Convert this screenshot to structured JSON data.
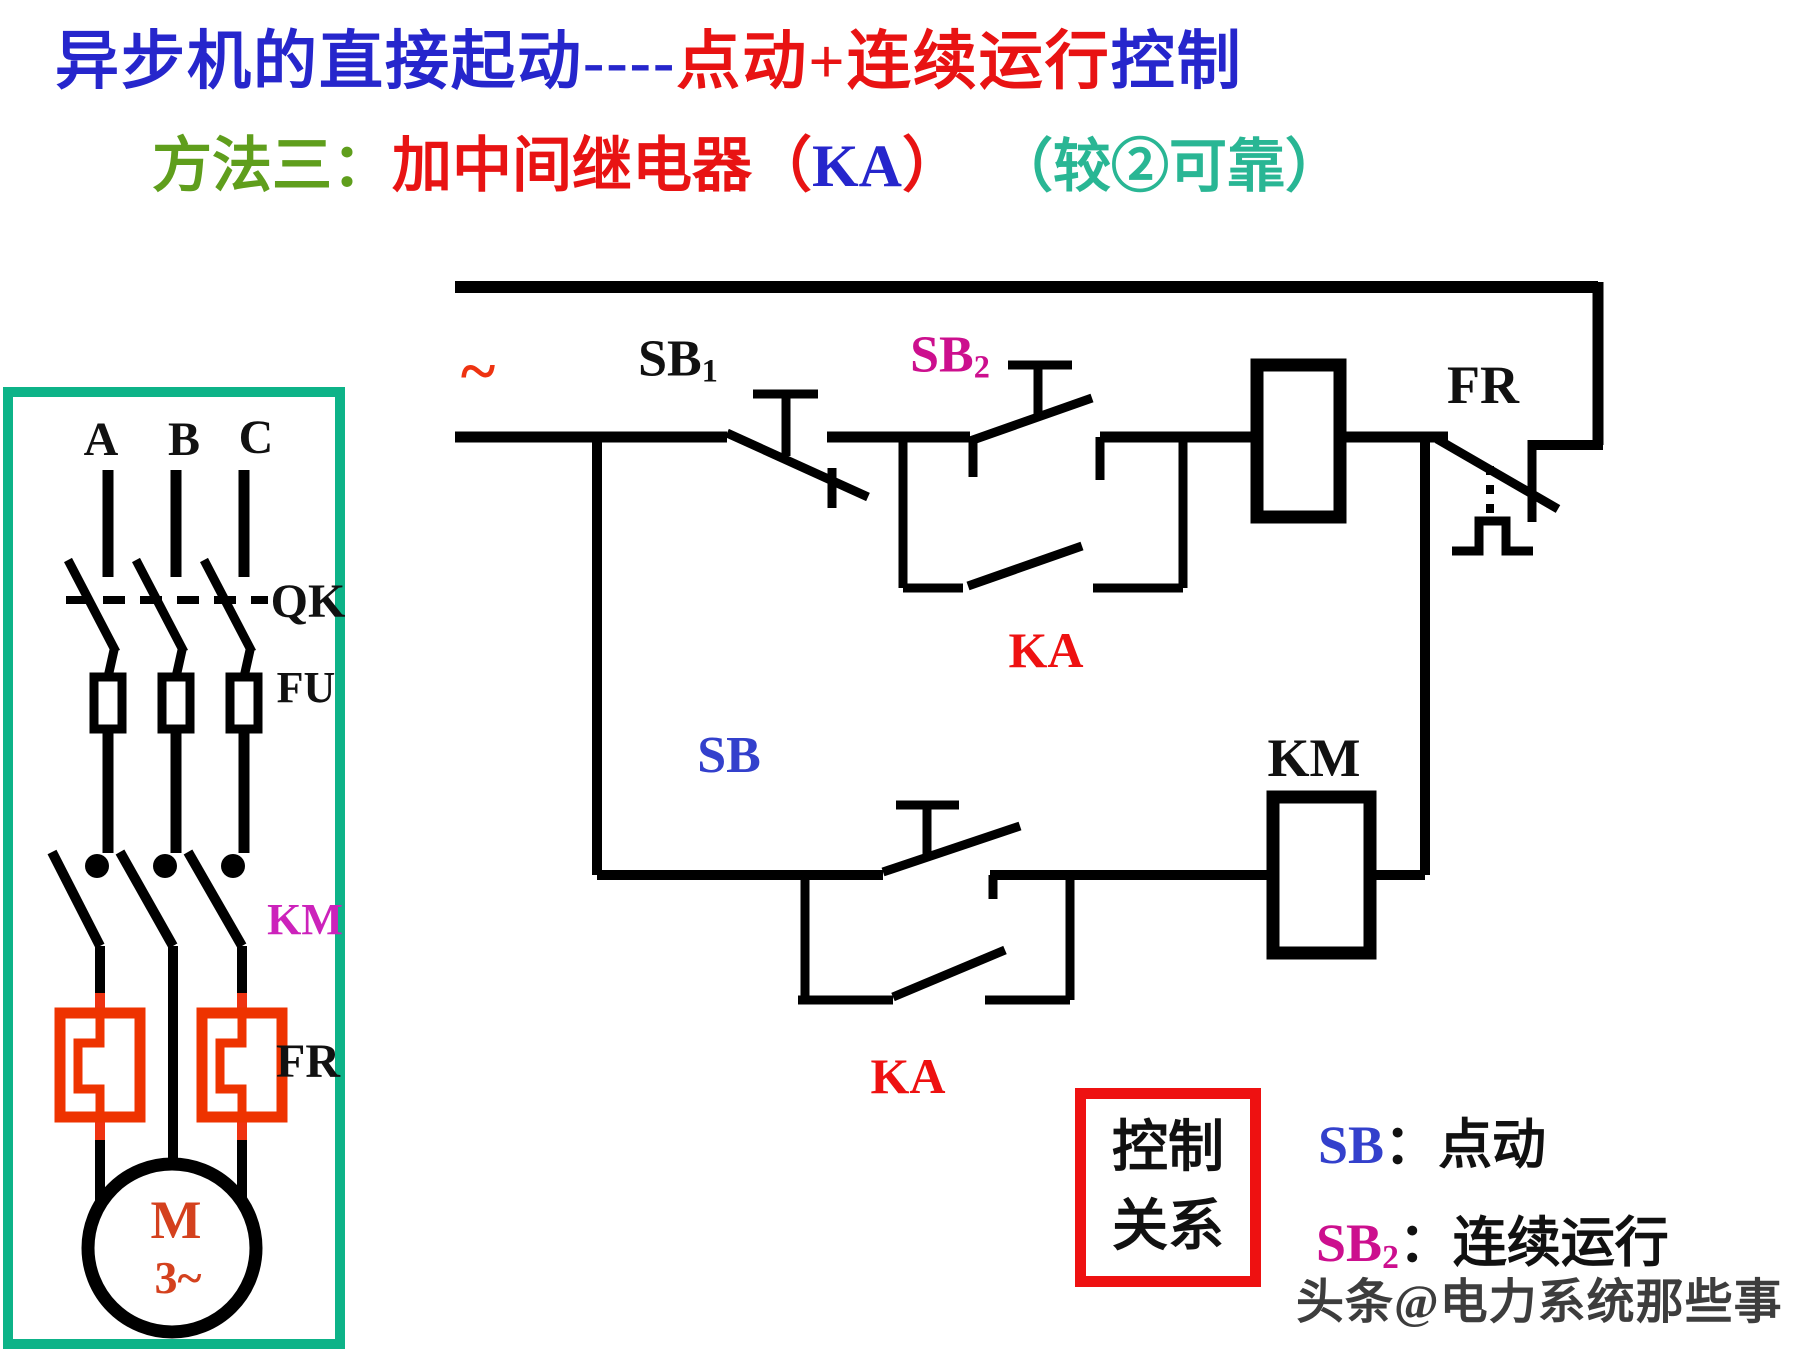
{
  "title": {
    "part1_blue": "异步机的直接起动",
    "dashes": "----",
    "part2_red": "点动+连续运行",
    "part3_blue": "控制"
  },
  "subtitle": {
    "method": "方法三：",
    "main_prefix": "加中间继电器（",
    "ka": "KA",
    "main_suffix": "）",
    "note": "（较②可靠）"
  },
  "power_panel": {
    "phase_a": "A",
    "phase_b": "B",
    "phase_c": "C",
    "qk": "QK",
    "fu": "FU",
    "km": "KM",
    "fr": "FR",
    "motor_line1": "M",
    "motor_line2": "3~"
  },
  "control": {
    "ac": "~",
    "sb1_base": "SB",
    "sb1_sub": "1",
    "sb2_base": "SB",
    "sb2_sub": "2",
    "ka_coil": "KA",
    "fr": "FR",
    "ka_aux1": "KA",
    "sb": "SB",
    "km": "KM",
    "ka_aux2": "KA"
  },
  "legend": {
    "box_line1": "控制",
    "box_line2": "关系",
    "row1_term": "SB",
    "row1_colon": "：",
    "row1_desc": "点动",
    "row2_term": "SB",
    "row2_sub": "2",
    "row2_colon": "：",
    "row2_desc": "连续运行"
  },
  "watermark": "头条@电力系统那些事",
  "colors": {
    "title_blue": "#2626cc",
    "title_red": "#e81313",
    "method_green": "#5f9e1c",
    "note_teal": "#29b694",
    "panel_border_teal": "#0db388",
    "km_magenta": "#cc22bb",
    "sb2_magenta": "#cc0f8e",
    "heater_orange": "#ee3311",
    "motor_red": "#d4411e",
    "ka_red": "#ee1111",
    "sb_blue": "#3340cc",
    "legend_box_red": "#ee1111",
    "watermark_gray": "#3d3d3d",
    "wire_black": "#000000"
  }
}
